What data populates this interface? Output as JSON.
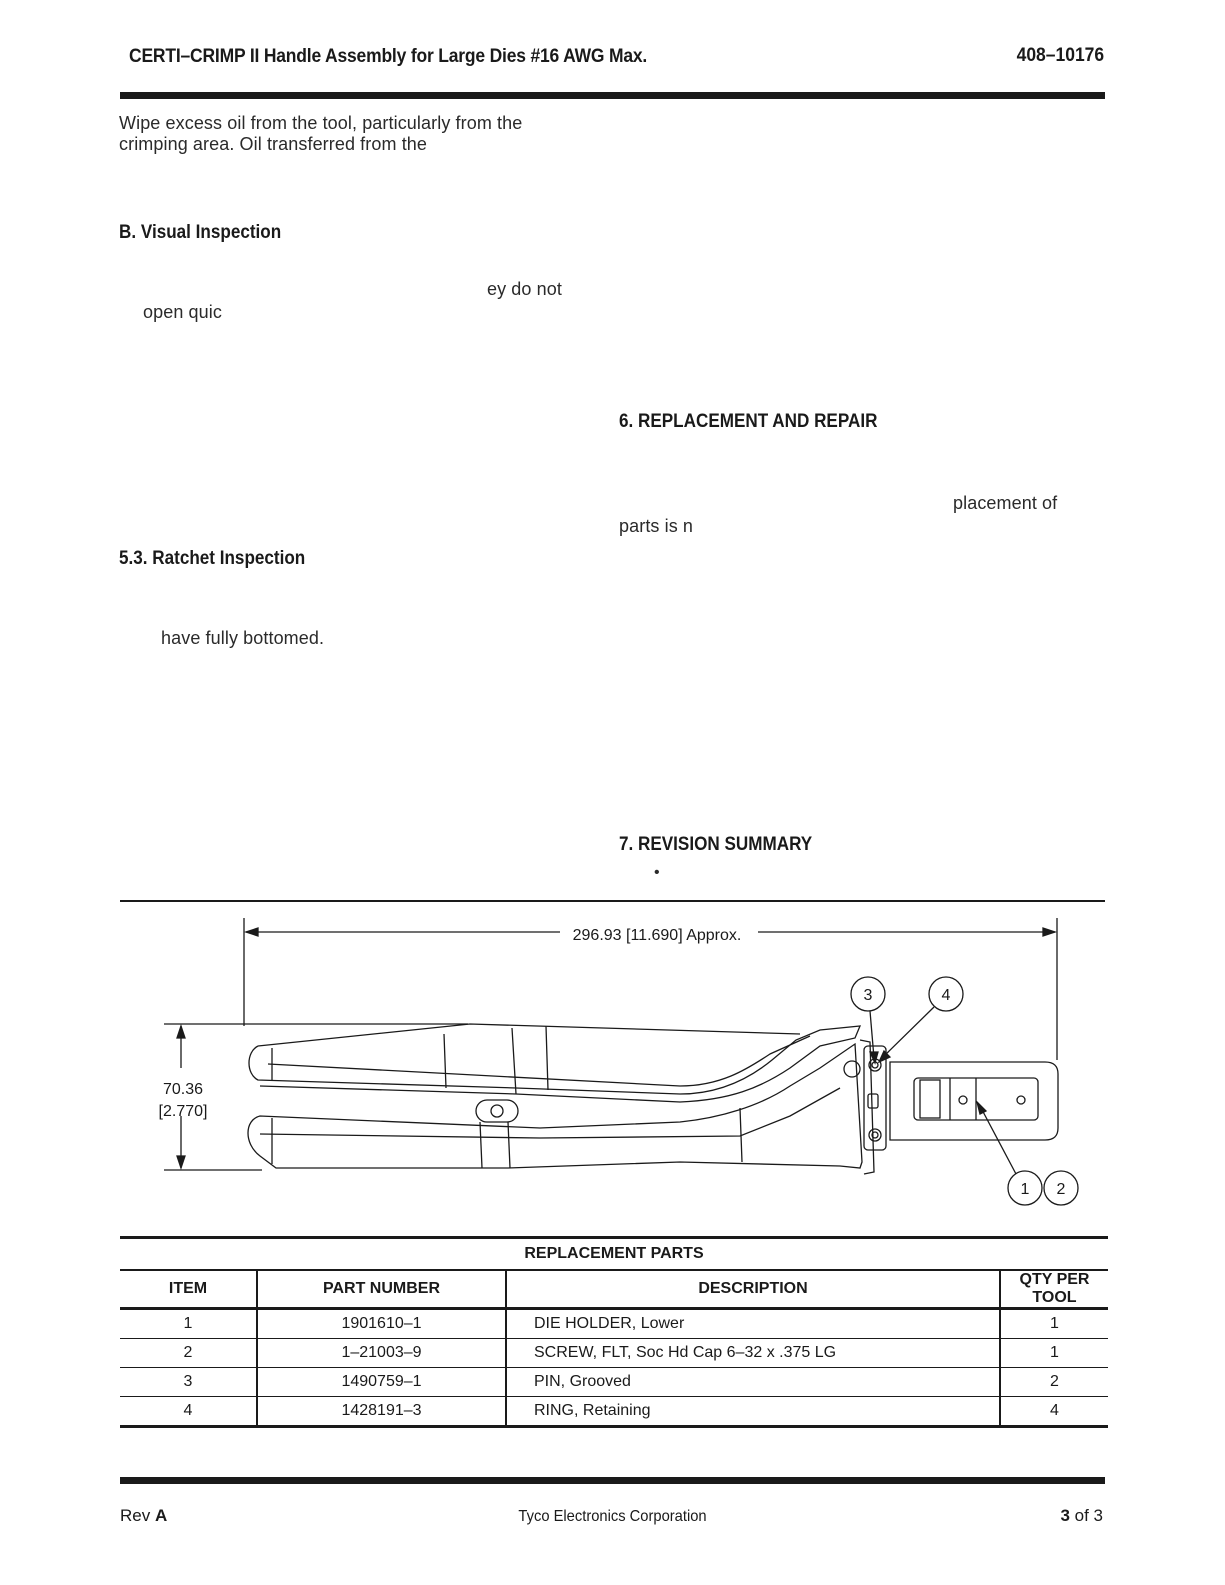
{
  "header": {
    "title": "CERTI–CRIMP II Handle Assembly for Large Dies #16 AWG Max.",
    "doc_number": "408–10176"
  },
  "left_column": {
    "para1_line1": "Wipe excess oil from the tool, particularly from the",
    "para1_line2": "crimping area. Oil transferred from the",
    "visual_inspection_heading": "B. Visual Inspection",
    "visual_fragment1": "ey do not",
    "visual_fragment2": "open quic",
    "ratchet_heading": "5.3. Ratchet Inspection",
    "ratchet_fragment": "have fully bottomed."
  },
  "right_column": {
    "replacement_heading": "6.  REPLACEMENT AND REPAIR",
    "replacement_fragment1": "placement of",
    "replacement_fragment2": "parts is n",
    "revision_heading": "7.  REVISION SUMMARY",
    "revision_bullet": "•"
  },
  "diagram": {
    "length_dimension": "296.93 [11.690] Approx.",
    "height_dimension_mm": "70.36",
    "height_dimension_in": "[2.770]",
    "callouts": [
      "3",
      "4",
      "1",
      "2"
    ]
  },
  "parts_table": {
    "caption": "REPLACEMENT PARTS",
    "columns": [
      "ITEM",
      "PART NUMBER",
      "DESCRIPTION",
      "QTY PER TOOL"
    ],
    "rows": [
      {
        "item": "1",
        "part_number": "1901610–1",
        "description": "DIE HOLDER, Lower",
        "qty": "1"
      },
      {
        "item": "2",
        "part_number": "1–21003–9",
        "description": "SCREW, FLT, Soc Hd Cap 6–32 x .375 LG",
        "qty": "1"
      },
      {
        "item": "3",
        "part_number": "1490759–1",
        "description": "PIN, Grooved",
        "qty": "2"
      },
      {
        "item": "4",
        "part_number": "1428191–3",
        "description": "RING, Retaining",
        "qty": "4"
      }
    ]
  },
  "footer": {
    "rev_prefix": "Rev",
    "rev_letter": "A",
    "company": "Tyco Electronics Corporation",
    "page_current": "3",
    "page_suffix": "of 3"
  }
}
